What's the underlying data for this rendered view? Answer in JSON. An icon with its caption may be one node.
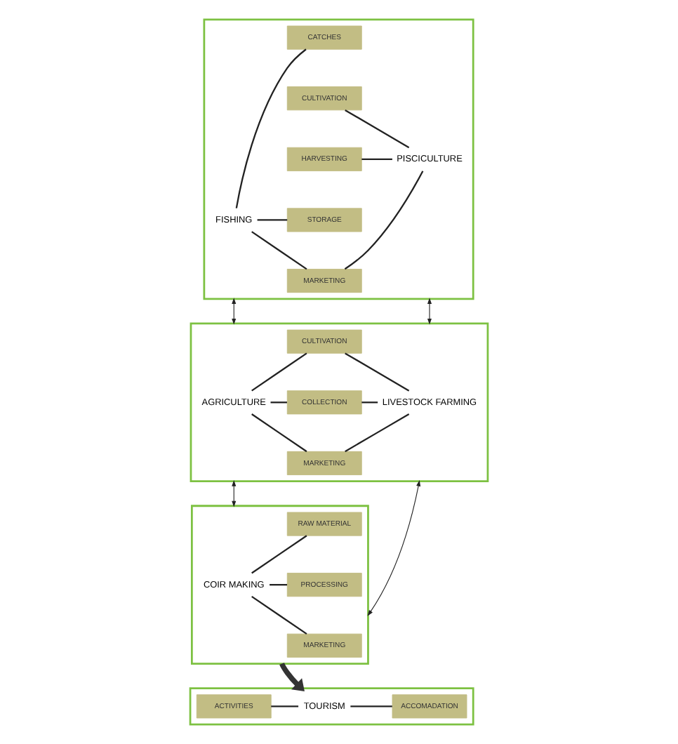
{
  "diagram": {
    "nodes": [
      {
        "text": [],
        "shape": "box"
      },
      {
        "text": [
          "FISHING"
        ],
        "in": 0
      },
      {
        "text": [
          "CATCHES"
        ],
        "in": 0
      },
      {
        "text": [
          "CULTIVATION"
        ],
        "in": 0
      },
      {
        "text": [
          "HARVESTING"
        ],
        "in": 0
      },
      {
        "text": [
          "STORAGE"
        ],
        "in": 0
      },
      {
        "text": [
          "MARKETING"
        ],
        "in": 0
      },
      {
        "text": [
          "PISCICULTURE"
        ],
        "in": 0
      },
      {
        "text": [],
        "shape": "box"
      },
      {
        "text": [
          "AGRICULTURE"
        ],
        "in": 8
      },
      {
        "text": [
          "CULTIVATION"
        ],
        "in": 8
      },
      {
        "text": [
          "COLLECTION"
        ],
        "in": 8
      },
      {
        "text": [
          "MARKETING"
        ],
        "in": 8
      },
      {
        "text": [
          "LIVESTOCK FARMING"
        ],
        "in": 8
      },
      {
        "text": [],
        "shape": "box"
      },
      {
        "text": [
          "COIR MAKING"
        ],
        "in": 14
      },
      {
        "text": [
          "RAW MATERIAL"
        ],
        "in": 14
      },
      {
        "text": [
          "PROCESSING"
        ],
        "in": 14
      },
      {
        "text": [
          "MARKETING"
        ],
        "in": 14
      },
      {
        "text": [],
        "shape": "box"
      },
      {
        "text": [
          "ACTIVITIES"
        ],
        "in": 19
      },
      {
        "text": [
          "TOURISM"
        ],
        "in": 19
      },
      {
        "text": [
          "ACCOMADATION"
        ],
        "in": 19
      }
    ],
    "edges": [
      {
        "from": 1,
        "to": 2,
        "arrow": "none"
      },
      {
        "from": 1,
        "to": 5,
        "arrow": "none"
      },
      {
        "from": 1,
        "to": 6,
        "arrow": "none"
      },
      {
        "from": 3,
        "to": 7,
        "arrow": "none"
      },
      {
        "from": 4,
        "to": 7,
        "arrow": "none"
      },
      {
        "from": 6,
        "to": 7,
        "arrow": "none"
      },
      {
        "from": 9,
        "to": 10,
        "arrow": "none"
      },
      {
        "from": 9,
        "to": 11,
        "arrow": "none"
      },
      {
        "from": 9,
        "to": 12,
        "arrow": "none"
      },
      {
        "from": 10,
        "to": 13,
        "arrow": "none"
      },
      {
        "from": 11,
        "to": 13,
        "arrow": "none"
      },
      {
        "from": 12,
        "to": 13,
        "arrow": "none"
      },
      {
        "from": 15,
        "to": 16,
        "arrow": "none"
      },
      {
        "from": 15,
        "to": 17,
        "arrow": "none"
      },
      {
        "from": 15,
        "to": 18,
        "arrow": "none"
      },
      {
        "from": 20,
        "to": 21,
        "arrow": "none"
      },
      {
        "from": 21,
        "to": 22,
        "arrow": "none"
      },
      {
        "from": 0,
        "to": 8,
        "arrow": "both"
      },
      {
        "from": 0,
        "to": 8,
        "arrow": "both"
      },
      {
        "from": 8,
        "to": 14,
        "arrow": "both"
      },
      {
        "from": 8,
        "to": 14,
        "arrow": "both"
      },
      {
        "from": 14,
        "to": 19,
        "arrow": "to",
        "style": "thick",
        "color": "#333333"
      }
    ]
  }
}
